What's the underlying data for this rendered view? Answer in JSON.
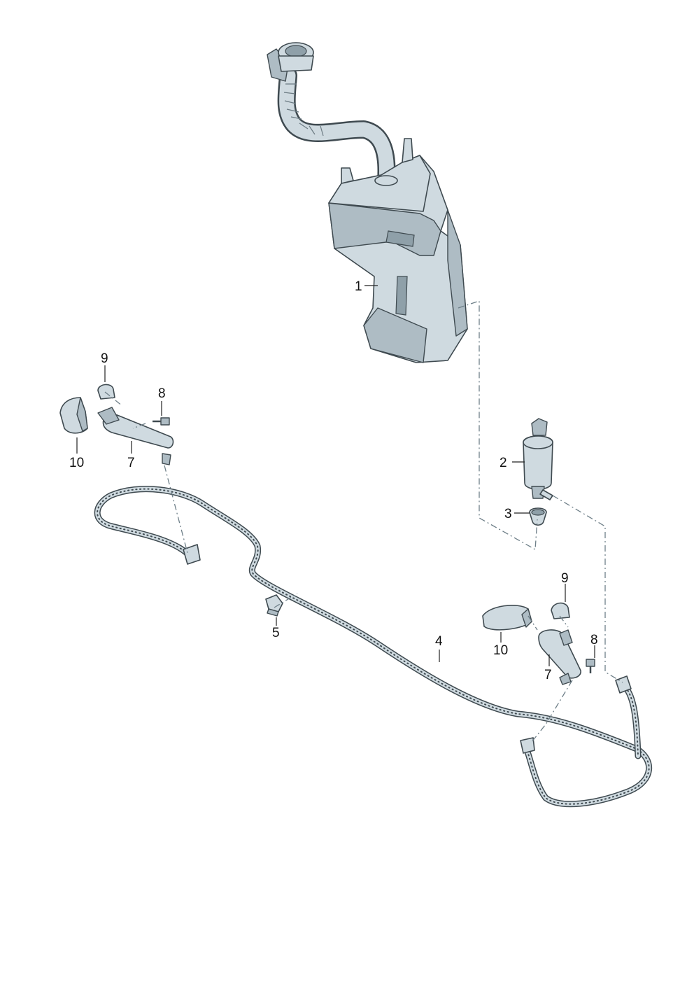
{
  "callouts": {
    "c1": "1",
    "c2": "2",
    "c3": "3",
    "c4": "4",
    "c5": "5",
    "c7_left": "7",
    "c7_right": "7",
    "c8_left": "8",
    "c8_right": "8",
    "c9_left": "9",
    "c9_right": "9",
    "c10_left": "10",
    "c10_right": "10"
  },
  "colors": {
    "part_fill": "#cfdae0",
    "outline": "#3f4a50",
    "background": "#ffffff"
  }
}
